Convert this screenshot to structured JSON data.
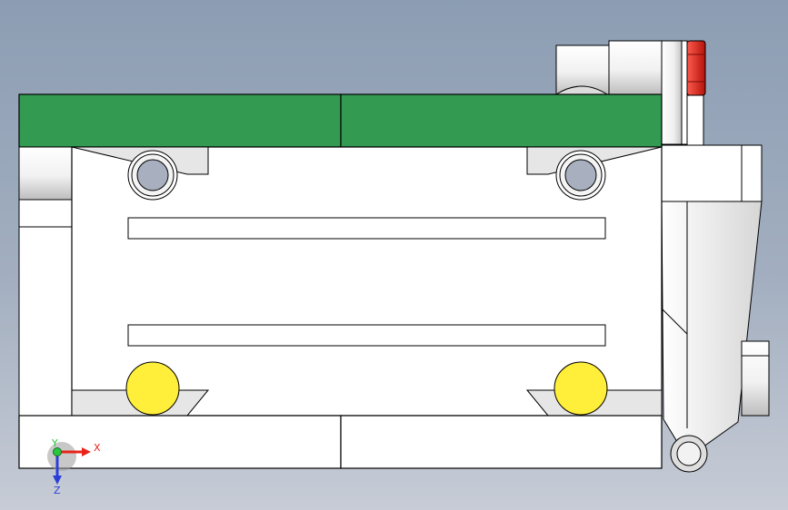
{
  "viewport": {
    "background_top": "#8c9db3",
    "background_bottom": "#c7ccd6"
  },
  "model": {
    "top_plate_color": "#339a52",
    "body_color": "#ffffff",
    "edge_color": "#000000",
    "rail_fill": "#ffffff",
    "bolt_hole_fill": "#a8b0bf",
    "highlight_fill": "#ffee3a",
    "end_cap_color": "#e2231a"
  },
  "triad": {
    "x_label": "X",
    "y_label": "Y",
    "z_label": "Z",
    "x_color": "#e8231a",
    "y_color": "#28c640",
    "z_color": "#2b3fd8"
  }
}
